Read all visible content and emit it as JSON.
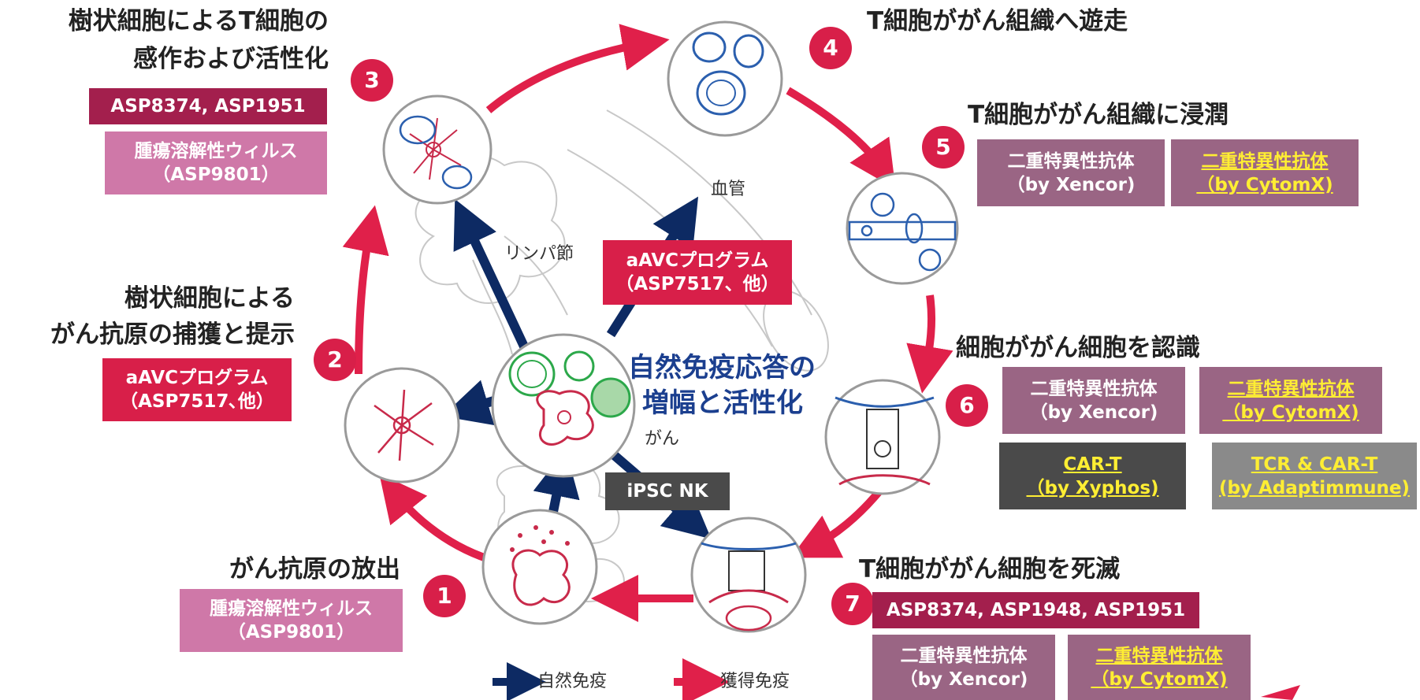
{
  "steps": [
    {
      "number": "1",
      "title": "がん抗原の放出"
    },
    {
      "number": "2",
      "title_line1": "樹状細胞による",
      "title_line2": "がん抗原の捕獲と提示"
    },
    {
      "number": "3",
      "title_line1": "樹状細胞によるT細胞の",
      "title_line2": "感作および活性化"
    },
    {
      "number": "4",
      "title": "T細胞ががん組織へ遊走"
    },
    {
      "number": "5",
      "title": "T細胞ががん組織に浸潤"
    },
    {
      "number": "6",
      "title": "細胞ががん細胞を認識"
    },
    {
      "number": "7",
      "title": "T細胞ががん細胞を死滅"
    }
  ],
  "programs": {
    "step1": {
      "line1": "腫瘍溶解性ウィルス",
      "line2": "（ASP9801）"
    },
    "step2": {
      "line1": "aAVCプログラム",
      "line2": "（ASP7517､他）"
    },
    "step3_a": {
      "text": "ASP8374, ASP1951"
    },
    "step3_b": {
      "line1": "腫瘍溶解性ウィルス",
      "line2": "（ASP9801）"
    },
    "step5_a": {
      "line1": "二重特異性抗体",
      "line2": "（by Xencor)"
    },
    "step5_b": {
      "line1": "二重特異性抗体",
      "line2": "（by CytomX)"
    },
    "step6_a": {
      "line1": "二重特異性抗体",
      "line2": "（by Xencor)"
    },
    "step6_b": {
      "line1": "二重特異性抗体",
      "line2": "（by CytomX)"
    },
    "step6_c": {
      "line1": "CAR-T",
      "line2": "（by Xyphos)"
    },
    "step6_d": {
      "line1": "TCR & CAR-T",
      "line2": "(by Adaptimmune)"
    },
    "step7_a": {
      "text": "ASP8374, ASP1948, ASP1951"
    },
    "step7_b": {
      "line1": "二重特異性抗体",
      "line2": "（by Xencor)"
    },
    "step7_c": {
      "line1": "二重特異性抗体",
      "line2": "（by CytomX)"
    },
    "center_avc": {
      "line1": "aAVCプログラム",
      "line2": "（ASP7517、他）"
    },
    "center_ipsc": {
      "text": "iPSC NK"
    }
  },
  "center": {
    "line1": "自然免疫応答の",
    "line2": "増幅と活性化"
  },
  "labels": {
    "lymph_node": "リンパ節",
    "blood_vessel": "血管",
    "cancer": "がん"
  },
  "legend": {
    "innate": "自然免疫",
    "acquired": "獲得免疫"
  },
  "colors": {
    "innate": "#0d2a63",
    "acquired": "#e0204a",
    "cell_outline": "#2b5fae",
    "cancer_outline": "#c82a4a",
    "badge": "#d81f49"
  }
}
